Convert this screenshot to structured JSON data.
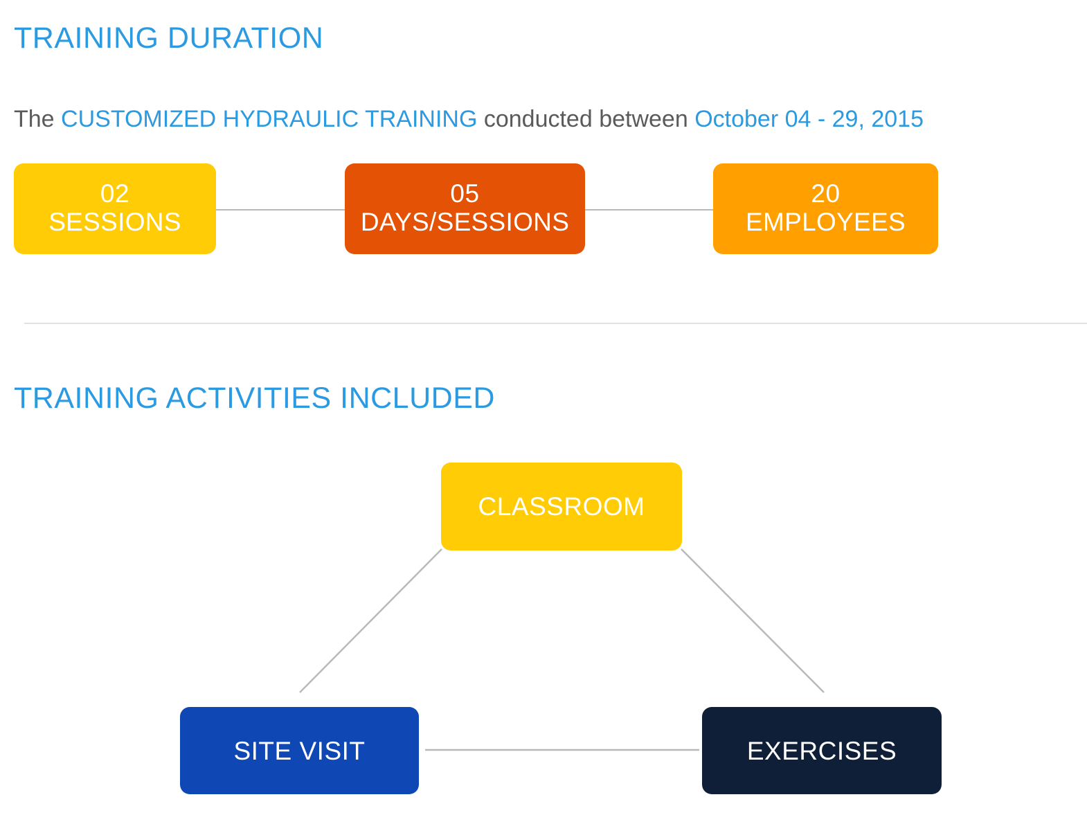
{
  "sections": {
    "duration": {
      "title": "TRAINING DURATION",
      "subtitle": {
        "lead": "The ",
        "program": "CUSTOMIZED HYDRAULIC TRAINING",
        "middle": " conducted between ",
        "dates": "October 04 - 29, 2015"
      },
      "stats": [
        {
          "value": "02",
          "label": "SESSIONS",
          "color": "#ffcc06"
        },
        {
          "value": "05",
          "label": "DAYS/SESSIONS",
          "color": "#e35205"
        },
        {
          "value": "20",
          "label": "EMPLOYEES",
          "color": "#ffa000"
        }
      ]
    },
    "activities": {
      "title": "TRAINING ACTIVITIES INCLUDED",
      "nodes": [
        {
          "label": "CLASSROOM",
          "color": "#ffcc06"
        },
        {
          "label": "SITE VISIT",
          "color": "#0f47b5"
        },
        {
          "label": "EXERCISES",
          "color": "#101f38"
        }
      ]
    }
  },
  "colors": {
    "heading_blue": "#2b9ae0",
    "body_grey": "#5a5a5a",
    "connector_grey": "#b9b9b9",
    "divider_grey": "#e2e2e2",
    "background": "#ffffff"
  }
}
